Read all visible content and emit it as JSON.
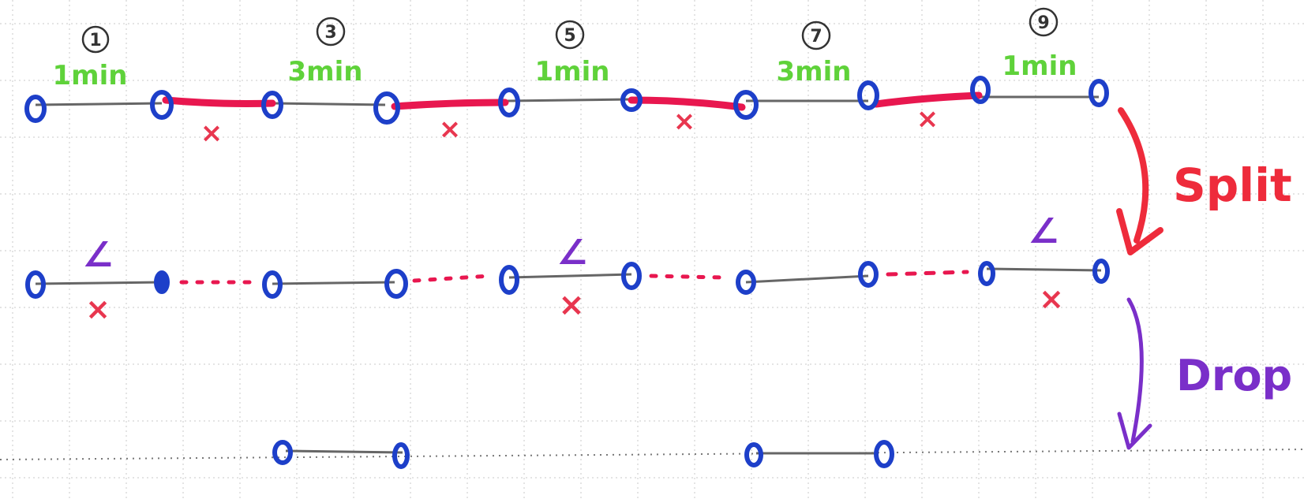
{
  "circled_numbers": [
    "1",
    "3",
    "5",
    "7",
    "9"
  ],
  "durations": [
    "1min",
    "3min",
    "1min",
    "3min",
    "1min"
  ],
  "cut_mark": "×",
  "row2_mark": "∠",
  "ops": {
    "split": "Split",
    "drop": "Drop"
  },
  "colors": {
    "node": "#1d3fc9",
    "segment": "#666666",
    "removed_segment": "#e8174f",
    "duration_text": "#5fd23a",
    "split": "#ee2b3b",
    "drop": "#7a2fc9",
    "grid": "#c8c8c8"
  }
}
